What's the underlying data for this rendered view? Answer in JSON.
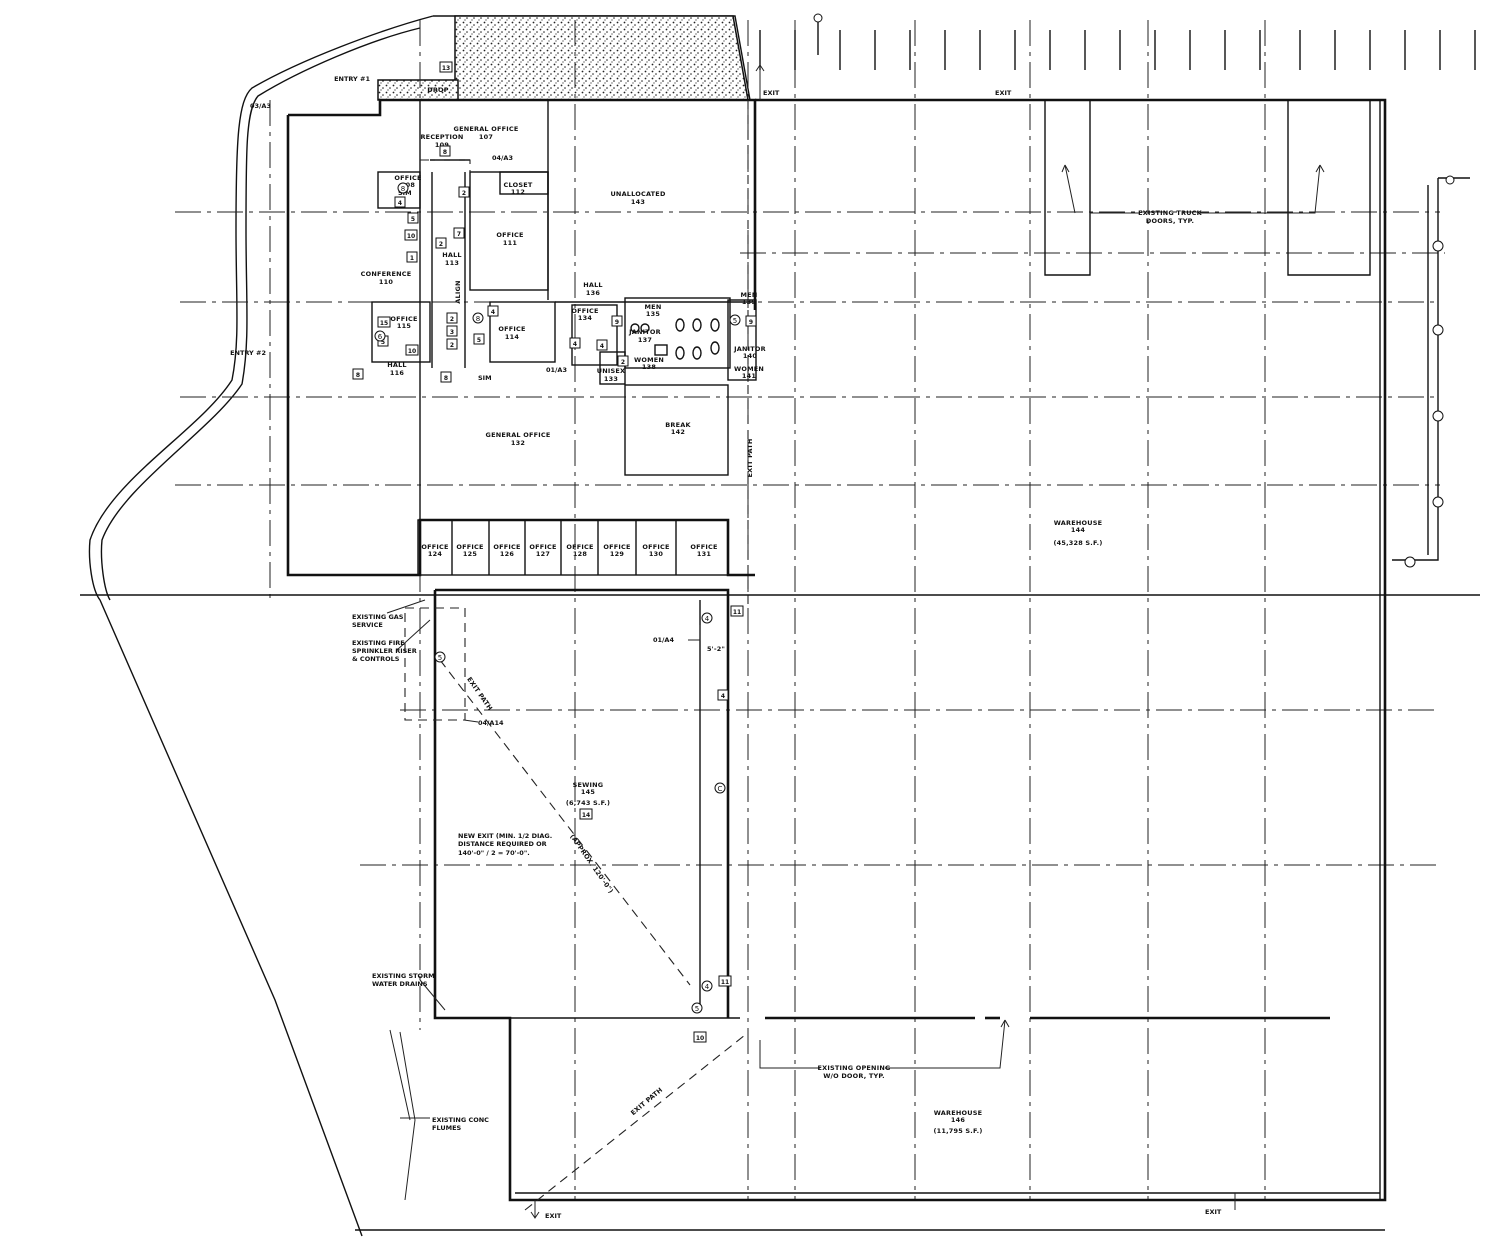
{
  "rooms": {
    "reception": {
      "name": "RECEPTION",
      "num": "109"
    },
    "general_office_top": {
      "name": "GENERAL OFFICE",
      "num": "107"
    },
    "office_108": {
      "name": "OFFICE",
      "num": "108"
    },
    "closet": {
      "name": "CLOSET",
      "num": "112"
    },
    "unallocated": {
      "name": "UNALLOCATED",
      "num": "143"
    },
    "office_111": {
      "name": "OFFICE",
      "num": "111"
    },
    "hall_113": {
      "name": "HALL",
      "num": "113"
    },
    "conference": {
      "name": "CONFERENCE",
      "num": "110"
    },
    "office_115": {
      "name": "OFFICE",
      "num": "115"
    },
    "office_114": {
      "name": "OFFICE",
      "num": "114"
    },
    "hall_116": {
      "name": "HALL",
      "num": "116"
    },
    "hall_136": {
      "name": "HALL",
      "num": "136"
    },
    "office_134": {
      "name": "OFFICE",
      "num": "134"
    },
    "men_135": {
      "name": "MEN",
      "num": "135"
    },
    "janitor_137": {
      "name": "JANITOR",
      "num": "137"
    },
    "women_138": {
      "name": "WOMEN",
      "num": "138"
    },
    "unisex": {
      "name": "UNISEX",
      "num": "133"
    },
    "men_139": {
      "name": "MEN",
      "num": "139"
    },
    "janitor_140": {
      "name": "JANITOR",
      "num": "140"
    },
    "women_141": {
      "name": "WOMEN",
      "num": "141"
    },
    "break": {
      "name": "BREAK",
      "num": "142"
    },
    "general_office_main": {
      "name": "GENERAL OFFICE",
      "num": "132"
    },
    "warehouse_main": {
      "name": "WAREHOUSE",
      "num": "144",
      "area": "(45,328 S.F.)"
    },
    "sewing": {
      "name": "SEWING",
      "num": "145",
      "area": "(6,743 S.F.)"
    },
    "warehouse_lower": {
      "name": "WAREHOUSE",
      "num": "146",
      "area": "(11,795 S.F.)"
    }
  },
  "office_row": [
    {
      "name": "OFFICE",
      "num": "124"
    },
    {
      "name": "OFFICE",
      "num": "125"
    },
    {
      "name": "OFFICE",
      "num": "126"
    },
    {
      "name": "OFFICE",
      "num": "127"
    },
    {
      "name": "OFFICE",
      "num": "128"
    },
    {
      "name": "OFFICE",
      "num": "129"
    },
    {
      "name": "OFFICE",
      "num": "130"
    },
    {
      "name": "OFFICE",
      "num": "131"
    }
  ],
  "notes": {
    "entry1": "ENTRY #1",
    "entry2": "ENTRY #2",
    "ref_03a3": "03/A3",
    "ref_04a3": "04/A3",
    "ref_01a3": "01/A3",
    "ref_01a4": "01/A4",
    "ref_04a14": "04/A14",
    "drop": "DROP",
    "sim": "SIM",
    "align": "ALIGN",
    "exit": "EXIT",
    "exit_path": "EXIT PATH",
    "truck_doors_1": "EXISTING TRUCK",
    "truck_doors_2": "DOORS, TYP.",
    "gas_1": "EXISTING GAS",
    "gas_2": "SERVICE",
    "sprinkler_1": "EXISTING FIRE",
    "sprinkler_2": "SPRINKLER RISER",
    "sprinkler_3": "& CONTROLS",
    "new_exit_1": "NEW EXIT (MIN. 1/2 DIAG.",
    "new_exit_2": "DISTANCE REQUIRED OR",
    "new_exit_3": "140'-0\" / 2 = 70'-0\".",
    "approx": "(APPROX. 120'-0\")",
    "dim_5_2": "5'-2\"",
    "storm_1": "EXISTING STORM",
    "storm_2": "WATER DRAINS",
    "opening_1": "EXISTING OPENING",
    "opening_2": "W/O DOOR, TYP.",
    "flumes_1": "EXISTING CONC",
    "flumes_2": "FLUMES"
  },
  "keynotes": {
    "k1": "1",
    "k2": "2",
    "k3": "3",
    "k4": "4",
    "k5": "5",
    "k6": "6",
    "k7": "7",
    "k8": "8",
    "k9": "9",
    "k10": "10",
    "k11": "11",
    "k13": "13",
    "k14": "14",
    "k15": "15",
    "t4": "4",
    "t5": "5",
    "t6": "6",
    "tC": "C"
  }
}
